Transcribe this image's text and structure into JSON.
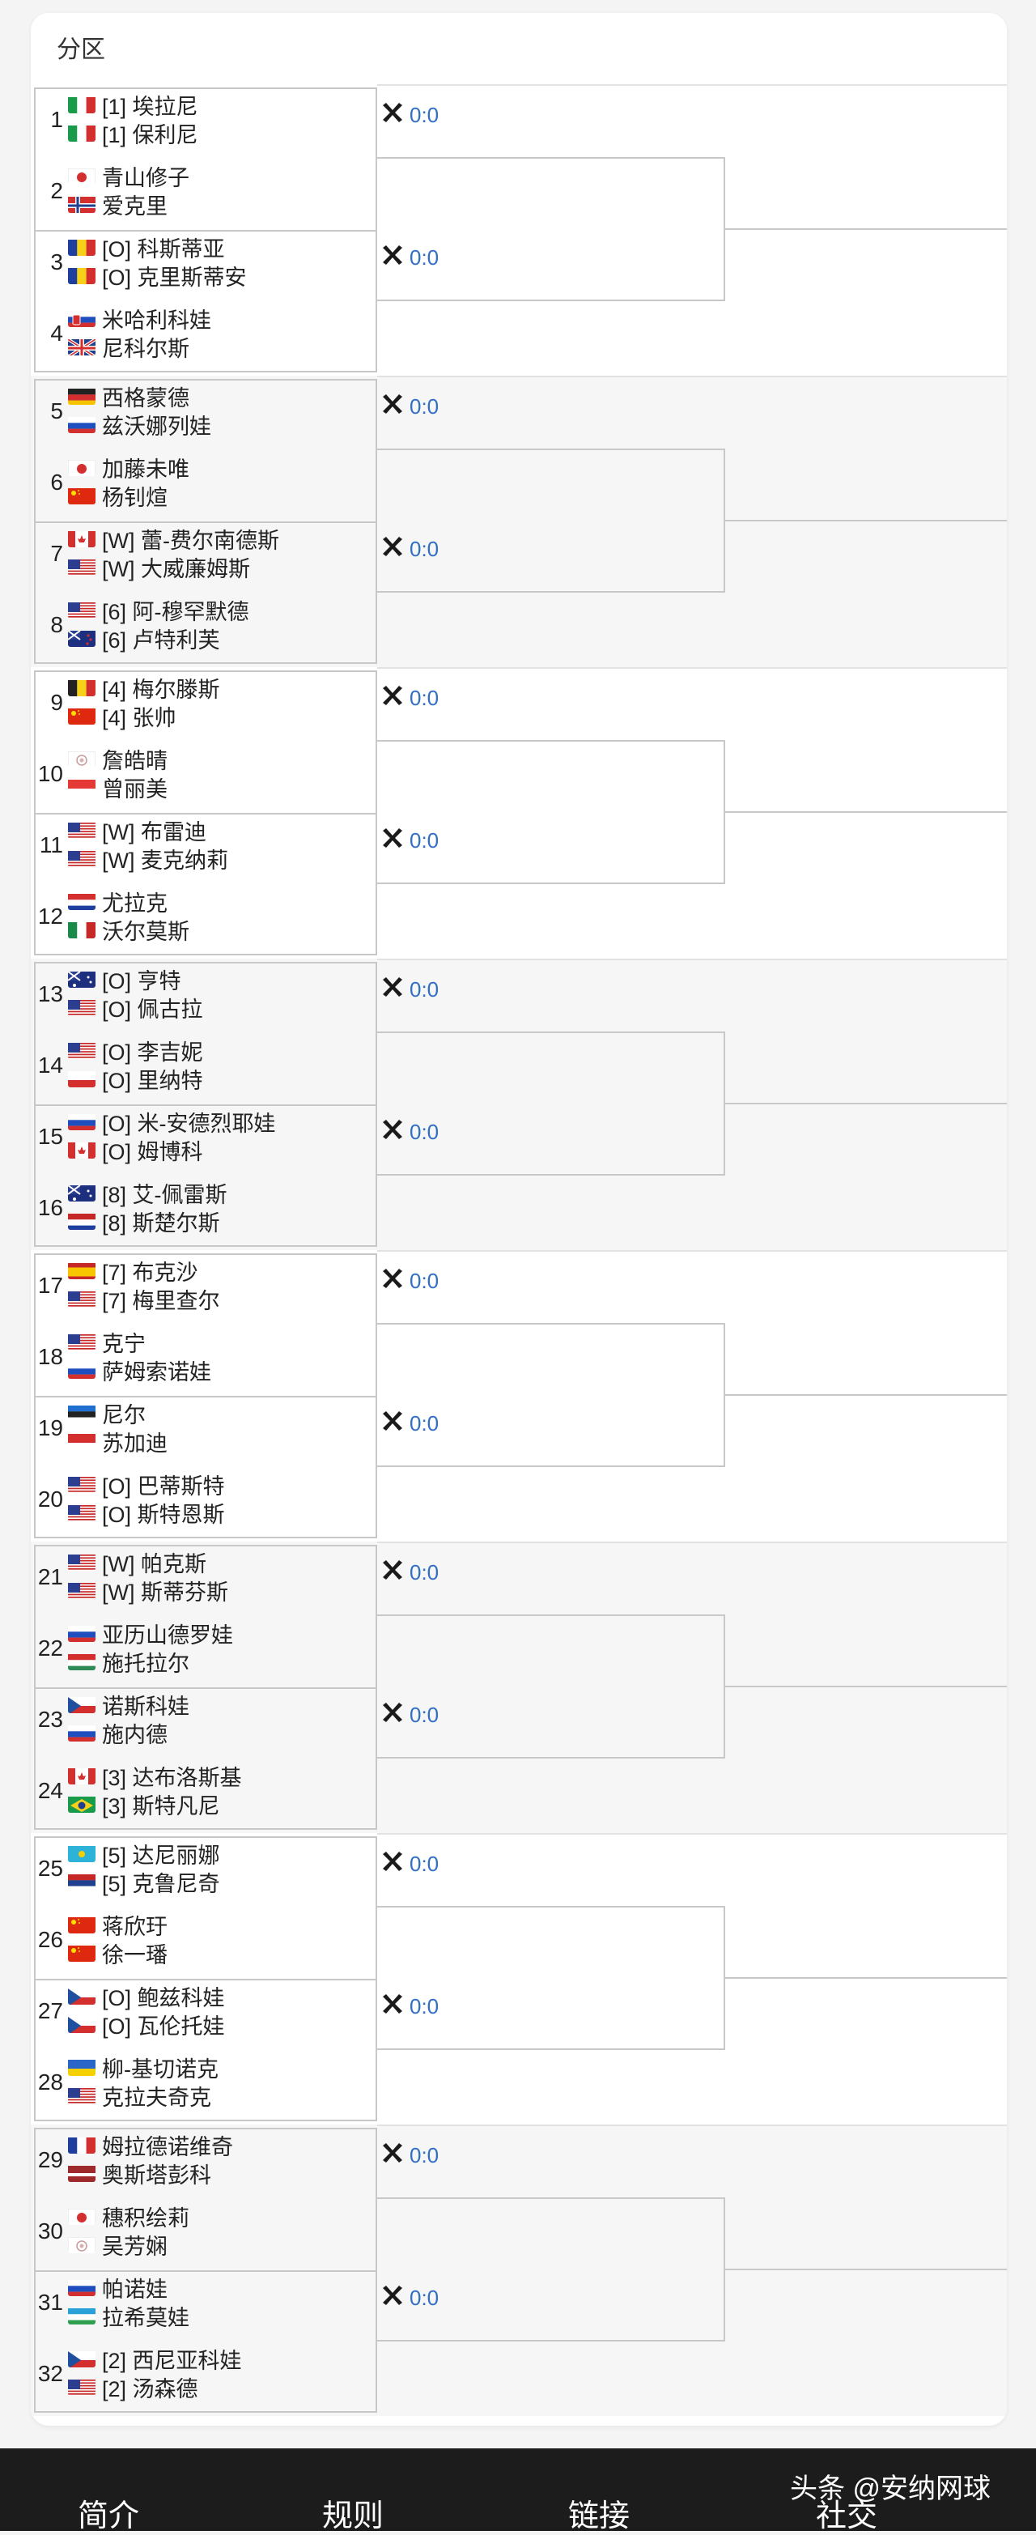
{
  "card": {
    "title": "分区"
  },
  "score_text": "0:0",
  "groups": [
    {
      "entries": [
        {
          "seed": "1",
          "players": [
            {
              "name": "[1] 埃拉尼",
              "flag": "it"
            },
            {
              "name": "[1] 保利尼",
              "flag": "it"
            }
          ]
        },
        {
          "seed": "2",
          "players": [
            {
              "name": "青山修子",
              "flag": "jp"
            },
            {
              "name": "爱克里",
              "flag": "no"
            }
          ]
        },
        {
          "seed": "3",
          "players": [
            {
              "name": "[O] 科斯蒂亚",
              "flag": "ro"
            },
            {
              "name": "[O] 克里斯蒂安",
              "flag": "ro"
            }
          ]
        },
        {
          "seed": "4",
          "players": [
            {
              "name": "米哈利科娃",
              "flag": "sk"
            },
            {
              "name": "尼科尔斯",
              "flag": "gb"
            }
          ]
        }
      ]
    },
    {
      "entries": [
        {
          "seed": "5",
          "players": [
            {
              "name": "西格蒙德",
              "flag": "de"
            },
            {
              "name": "兹沃娜列娃",
              "flag": "ru"
            }
          ]
        },
        {
          "seed": "6",
          "players": [
            {
              "name": "加藤未唯",
              "flag": "jp"
            },
            {
              "name": "杨钊煊",
              "flag": "cn"
            }
          ]
        },
        {
          "seed": "7",
          "players": [
            {
              "name": "[W] 蕾-费尔南德斯",
              "flag": "ca"
            },
            {
              "name": "[W] 大威廉姆斯",
              "flag": "us"
            }
          ]
        },
        {
          "seed": "8",
          "players": [
            {
              "name": "[6] 阿-穆罕默德",
              "flag": "us"
            },
            {
              "name": "[6] 卢特利芙",
              "flag": "nz"
            }
          ]
        }
      ]
    },
    {
      "entries": [
        {
          "seed": "9",
          "players": [
            {
              "name": "[4] 梅尔滕斯",
              "flag": "be"
            },
            {
              "name": "[4] 张帅",
              "flag": "cn"
            }
          ]
        },
        {
          "seed": "10",
          "players": [
            {
              "name": "詹皓晴",
              "flag": "tpe"
            },
            {
              "name": "曾丽美",
              "flag": "sg"
            }
          ]
        },
        {
          "seed": "11",
          "players": [
            {
              "name": "[W] 布雷迪",
              "flag": "us"
            },
            {
              "name": "[W] 麦克纳莉",
              "flag": "us"
            }
          ]
        },
        {
          "seed": "12",
          "players": [
            {
              "name": "尤拉克",
              "flag": "hr"
            },
            {
              "name": "沃尔莫斯",
              "flag": "mx"
            }
          ]
        }
      ]
    },
    {
      "entries": [
        {
          "seed": "13",
          "players": [
            {
              "name": "[O] 亨特",
              "flag": "au"
            },
            {
              "name": "[O] 佩古拉",
              "flag": "us"
            }
          ]
        },
        {
          "seed": "14",
          "players": [
            {
              "name": "[O] 李吉妮",
              "flag": "us"
            },
            {
              "name": "[O] 里纳特",
              "flag": "pl"
            }
          ]
        },
        {
          "seed": "15",
          "players": [
            {
              "name": "[O] 米-安德烈耶娃",
              "flag": "ru"
            },
            {
              "name": "[O] 姆博科",
              "flag": "ca"
            }
          ]
        },
        {
          "seed": "16",
          "players": [
            {
              "name": "[8] 艾-佩雷斯",
              "flag": "au"
            },
            {
              "name": "[8] 斯楚尔斯",
              "flag": "nl"
            }
          ]
        }
      ]
    },
    {
      "entries": [
        {
          "seed": "17",
          "players": [
            {
              "name": "[7] 布克沙",
              "flag": "es"
            },
            {
              "name": "[7] 梅里查尔",
              "flag": "us"
            }
          ]
        },
        {
          "seed": "18",
          "players": [
            {
              "name": "克宁",
              "flag": "us"
            },
            {
              "name": "萨姆索诺娃",
              "flag": "ru"
            }
          ]
        },
        {
          "seed": "19",
          "players": [
            {
              "name": "尼尔",
              "flag": "ee"
            },
            {
              "name": "苏加迪",
              "flag": "id"
            }
          ]
        },
        {
          "seed": "20",
          "players": [
            {
              "name": "[O] 巴蒂斯特",
              "flag": "us"
            },
            {
              "name": "[O] 斯特恩斯",
              "flag": "us"
            }
          ]
        }
      ]
    },
    {
      "entries": [
        {
          "seed": "21",
          "players": [
            {
              "name": "[W] 帕克斯",
              "flag": "us"
            },
            {
              "name": "[W] 斯蒂芬斯",
              "flag": "us"
            }
          ]
        },
        {
          "seed": "22",
          "players": [
            {
              "name": "亚历山德罗娃",
              "flag": "ru"
            },
            {
              "name": "施托拉尔",
              "flag": "hu"
            }
          ]
        },
        {
          "seed": "23",
          "players": [
            {
              "name": "诺斯科娃",
              "flag": "cz"
            },
            {
              "name": "施内德",
              "flag": "ru"
            }
          ]
        },
        {
          "seed": "24",
          "players": [
            {
              "name": "[3] 达布洛斯基",
              "flag": "ca"
            },
            {
              "name": "[3] 斯特凡尼",
              "flag": "br"
            }
          ]
        }
      ]
    },
    {
      "entries": [
        {
          "seed": "25",
          "players": [
            {
              "name": "[5] 达尼丽娜",
              "flag": "kz"
            },
            {
              "name": "[5] 克鲁尼奇",
              "flag": "rs"
            }
          ]
        },
        {
          "seed": "26",
          "players": [
            {
              "name": "蒋欣玗",
              "flag": "cn"
            },
            {
              "name": "徐一璠",
              "flag": "cn"
            }
          ]
        },
        {
          "seed": "27",
          "players": [
            {
              "name": "[O] 鲍兹科娃",
              "flag": "cz"
            },
            {
              "name": "[O] 瓦伦托娃",
              "flag": "cz"
            }
          ]
        },
        {
          "seed": "28",
          "players": [
            {
              "name": "柳-基切诺克",
              "flag": "ua"
            },
            {
              "name": "克拉夫奇克",
              "flag": "us"
            }
          ]
        }
      ]
    },
    {
      "entries": [
        {
          "seed": "29",
          "players": [
            {
              "name": "姆拉德诺维奇",
              "flag": "fr"
            },
            {
              "name": "奥斯塔彭科",
              "flag": "lv"
            }
          ]
        },
        {
          "seed": "30",
          "players": [
            {
              "name": "穗积绘莉",
              "flag": "jp"
            },
            {
              "name": "吴芳娴",
              "flag": "tpe"
            }
          ]
        },
        {
          "seed": "31",
          "players": [
            {
              "name": "帕诺娃",
              "flag": "ru"
            },
            {
              "name": "拉希莫娃",
              "flag": "uz"
            }
          ]
        },
        {
          "seed": "32",
          "players": [
            {
              "name": "[2] 西尼亚科娃",
              "flag": "cz"
            },
            {
              "name": "[2] 汤森德",
              "flag": "us"
            }
          ]
        }
      ]
    }
  ],
  "footer": {
    "items": [
      "简介",
      "规则",
      "链接",
      "社交"
    ],
    "watermark": "头条 @安纳网球"
  }
}
